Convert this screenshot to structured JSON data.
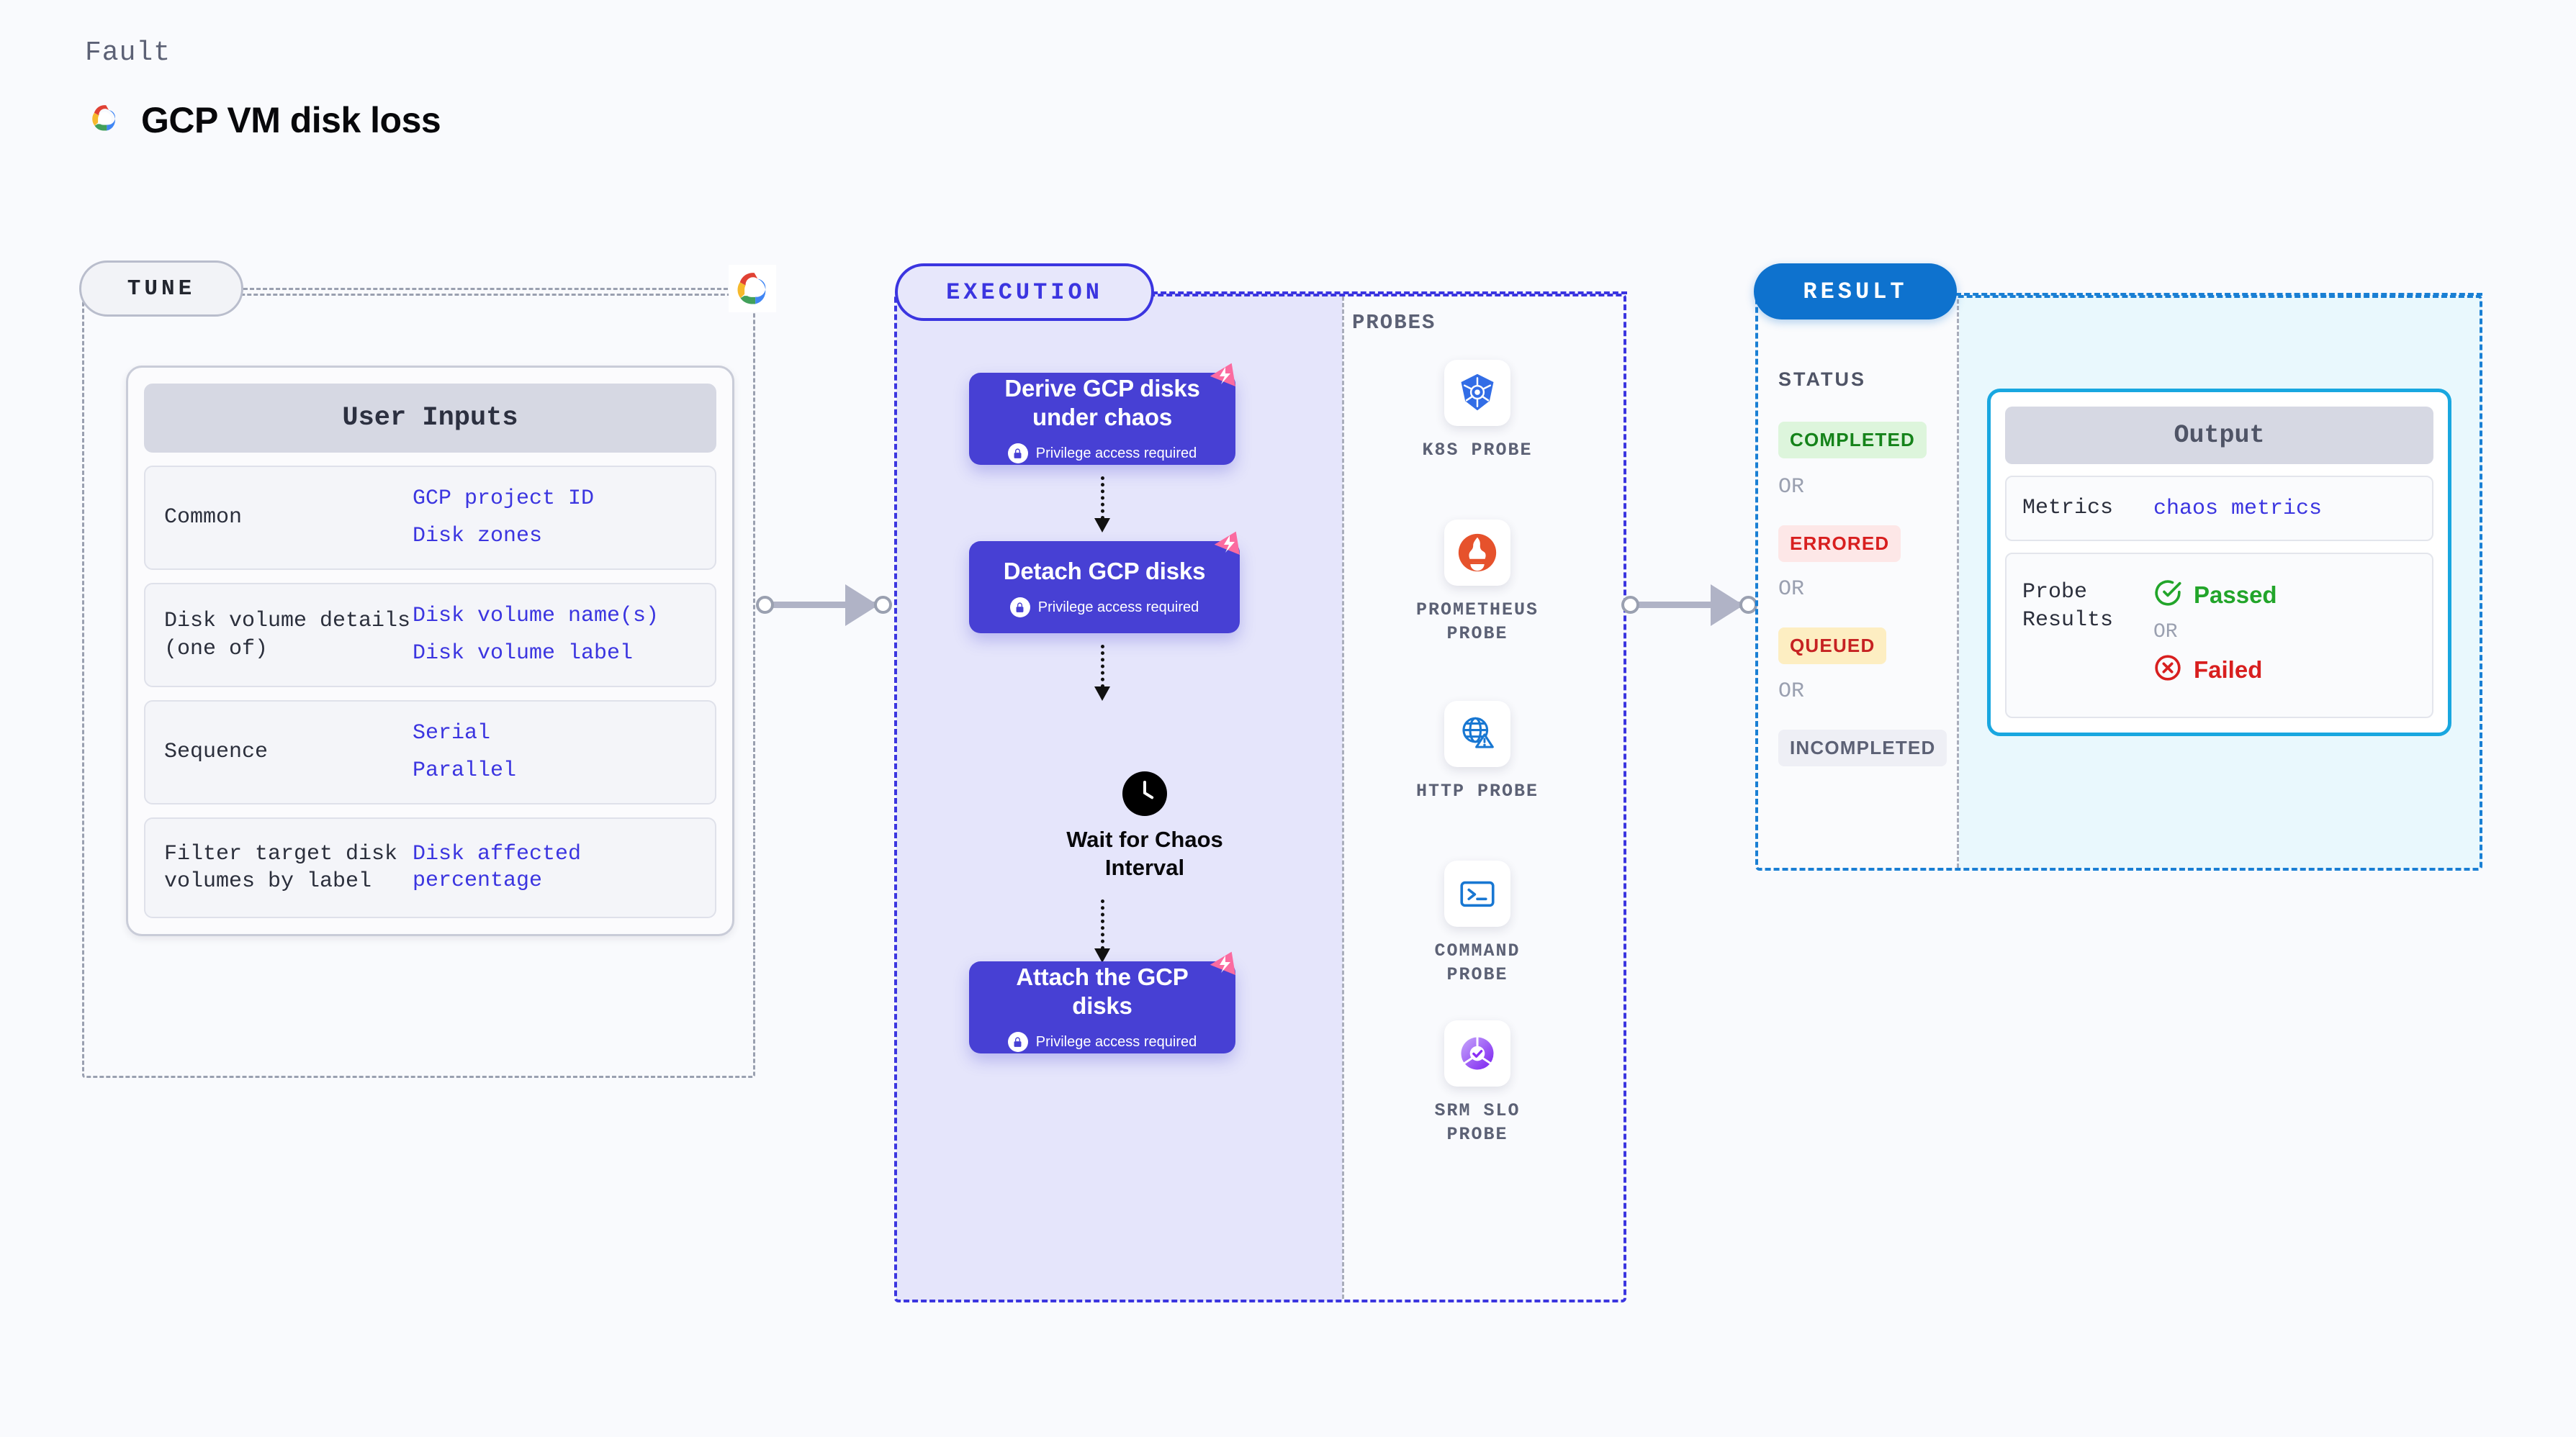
{
  "header": {
    "kicker": "Fault",
    "title": "GCP VM disk loss",
    "logo_icon": "gcp-cloud-logo"
  },
  "tune": {
    "badge": "TUNE",
    "border_logo_icon": "gcp-cloud-logo",
    "card_title": "User Inputs",
    "rows": [
      {
        "key": "Common",
        "values": [
          "GCP project ID",
          "Disk zones"
        ]
      },
      {
        "key": "Disk volume details (one of)",
        "values": [
          "Disk volume name(s)",
          "Disk volume label"
        ]
      },
      {
        "key": "Sequence",
        "values": [
          "Serial",
          "Parallel"
        ]
      },
      {
        "key": "Filter target disk volumes by label",
        "values": [
          "Disk affected percentage"
        ]
      }
    ]
  },
  "execution": {
    "badge": "EXECUTION",
    "privilege_text": "Privilege access required",
    "nodes": [
      {
        "title": "Derive GCP disks under chaos",
        "privileged": true,
        "chaos_badge": true
      },
      {
        "title": "Detach GCP disks",
        "privileged": true,
        "chaos_badge": true
      },
      {
        "title": "Attach the GCP disks",
        "privileged": true,
        "chaos_badge": true
      }
    ],
    "wait": {
      "label": "Wait for Chaos Interval",
      "icon": "clock-icon"
    }
  },
  "probes": {
    "label": "PROBES",
    "items": [
      {
        "name": "K8S PROBE",
        "icon": "kubernetes-icon"
      },
      {
        "name": "PROMETHEUS PROBE",
        "icon": "prometheus-icon"
      },
      {
        "name": "HTTP PROBE",
        "icon": "http-globe-warning-icon"
      },
      {
        "name": "COMMAND PROBE",
        "icon": "terminal-icon"
      },
      {
        "name": "SRM SLO PROBE",
        "icon": "srm-slo-donut-check-icon"
      }
    ]
  },
  "result": {
    "badge": "RESULT",
    "status_label": "STATUS",
    "or_text": "OR",
    "statuses": [
      {
        "label": "COMPLETED",
        "bg": "#ddf5dc",
        "fg": "#15831a"
      },
      {
        "label": "ERRORED",
        "bg": "#fde7e7",
        "fg": "#d81f1f"
      },
      {
        "label": "QUEUED",
        "bg": "#fdeec2",
        "fg": "#c62222"
      },
      {
        "label": "INCOMPLETED",
        "bg": "#eeeff5",
        "fg": "#5c6175"
      }
    ],
    "output": {
      "title": "Output",
      "metrics_key": "Metrics",
      "metrics_value": "chaos metrics",
      "probe_results_key": "Probe Results",
      "passed_label": "Passed",
      "failed_label": "Failed",
      "or_text": "OR",
      "passed_color": "#22a52a",
      "failed_color": "#d81f1f"
    }
  },
  "colors": {
    "canvas": "#f9fafd",
    "tune_border": "#9aa0b0",
    "execution_accent": "#3b35e0",
    "execution_fill": "#e5e5fb",
    "node_fill": "#4740d4",
    "result_accent": "#1a7fd4",
    "result_fill": "#e9f8fd",
    "chaos_badge": "#fb6ba0",
    "value_text": "#3b35e0"
  }
}
